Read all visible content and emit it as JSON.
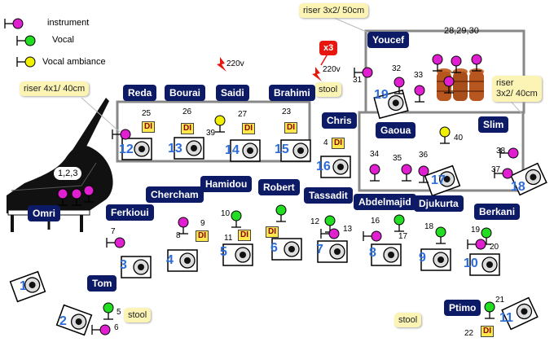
{
  "legend": {
    "instrument": "instrument",
    "vocal": "Vocal",
    "ambiance": "Vocal ambiance"
  },
  "risers": {
    "left": "riser 4x1/ 40cm",
    "top": "riser 3x2/ 50cm",
    "right": "riser\n3x2/ 40cm"
  },
  "stools": {
    "label": "stool"
  },
  "power": {
    "label": "220v"
  },
  "x3": "x3",
  "musicians": {
    "reda": "Reda",
    "bourai": "Bourai",
    "saidi": "Saidi",
    "brahimi": "Brahimi",
    "youcef": "Youcef",
    "chris": "Chris",
    "gaoua": "Gaoua",
    "slim": "Slim",
    "chercham": "Chercham",
    "hamidou": "Hamidou",
    "robert": "Robert",
    "tassadit": "Tassadit",
    "abdelmajid": "Abdelmajid",
    "djukurta": "Djukurta",
    "berkani": "Berkani",
    "omri": "Omri",
    "ferkioui": "Ferkioui",
    "tom": "Tom",
    "ptimo": "Ptimo"
  },
  "channels": {
    "c1_2_3": "1,2,3",
    "c4": "4",
    "c5": "5",
    "c6": "6",
    "c7": "7",
    "c8": "8",
    "c9": "9",
    "c10": "10",
    "c11": "11",
    "c12": "12",
    "c13": "13",
    "c16": "16",
    "c17": "17",
    "c18": "18",
    "c19": "19",
    "c20": "20",
    "c21": "21",
    "c22": "22",
    "c23": "23",
    "c25": "25",
    "c26": "26",
    "c27": "27",
    "c28_29_30": "28,29,30",
    "c31": "31",
    "c32": "32",
    "c33": "33",
    "c34": "34",
    "c35": "35",
    "c36": "36",
    "c37": "37",
    "c38": "38",
    "c39": "39",
    "c40": "40"
  },
  "di_label": "DI",
  "monitors": {
    "m1": "1",
    "m2": "2",
    "m3": "3",
    "m4": "4",
    "m5": "5",
    "m6": "6",
    "m7": "7",
    "m8": "8",
    "m9": "9",
    "m10": "10",
    "m11": "11",
    "m12": "12",
    "m13": "13",
    "m14": "14",
    "m15": "15",
    "m16": "16",
    "m17": "17",
    "m18": "18",
    "m19": "19"
  },
  "colors": {
    "name_bg": "#0d1a66",
    "callout_bg": "#fbf4b5",
    "instrument_mic": "#e020d0",
    "vocal_mic": "#22dd22",
    "ambiance_mic": "#f0f000",
    "monitor_number": "#2d6cd8",
    "riser_border": "#888888",
    "power_red": "#e8170d"
  }
}
